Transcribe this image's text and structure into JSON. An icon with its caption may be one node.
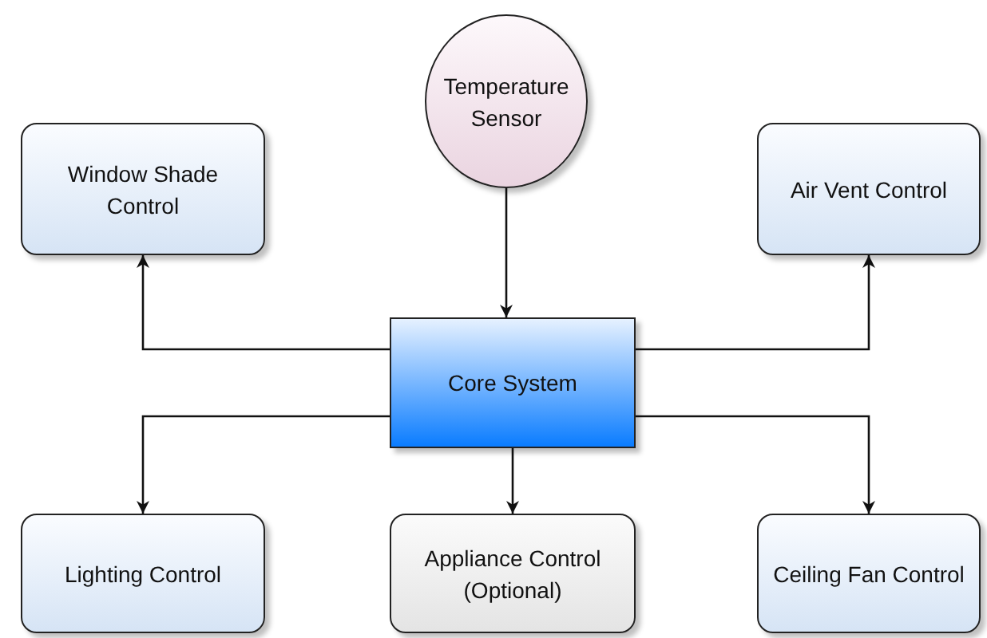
{
  "diagram": {
    "nodes": [
      {
        "text": [
          "Temperature Sensor"
        ]
      },
      {
        "text": [
          "Window Shade Control"
        ]
      },
      {
        "text": [
          "Air Vent Control"
        ]
      },
      {
        "text": [
          "Core System"
        ]
      },
      {
        "text": [
          "Lighting Control"
        ]
      },
      {
        "text": [
          "Appliance Control (Optional)"
        ]
      },
      {
        "text": [
          "Ceiling Fan Control"
        ]
      }
    ],
    "edges": [
      {
        "from": 0,
        "to": 3,
        "arrow": "to"
      },
      {
        "from": 3,
        "to": 1,
        "arrow": "to"
      },
      {
        "from": 3,
        "to": 2,
        "arrow": "to"
      },
      {
        "from": 3,
        "to": 4,
        "arrow": "to"
      },
      {
        "from": 3,
        "to": 5,
        "arrow": "to"
      },
      {
        "from": 3,
        "to": 6,
        "arrow": "to"
      }
    ]
  }
}
